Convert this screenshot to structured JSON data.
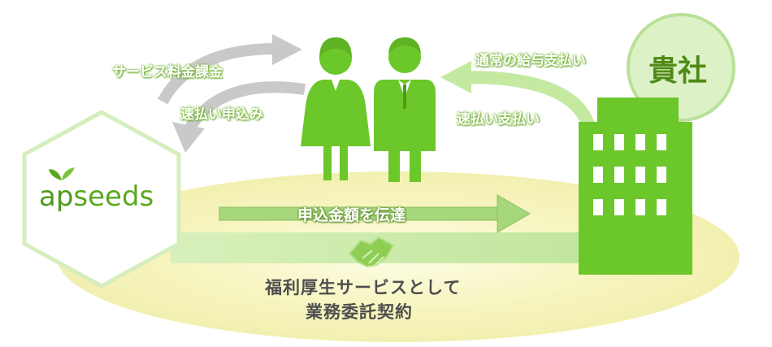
{
  "brand": {
    "logo_ap": "ap",
    "logo_seeds": "seeds"
  },
  "company": {
    "label": "貴社"
  },
  "arrows": {
    "service_fee": "サービス料金課金",
    "early_apply": "速払い申込み",
    "normal_salary": "通常の給与支払い",
    "early_payment": "速払い支払い",
    "amount_transmit": "申込金額を伝達"
  },
  "contract": {
    "line1": "福利厚生サービスとして",
    "line2": "業務委託契約"
  },
  "colors": {
    "primary_green": "#6cc72b",
    "light_green": "#b6e58a",
    "pale_green": "#dff3c6",
    "ellipse_yellow": "#f8f6c4",
    "gray_arrow": "#c8c8c8",
    "hexagon_fill": "#ffffff",
    "hexagon_border": "#d6eebd"
  },
  "icons": [
    "female-person-icon",
    "male-person-icon",
    "office-building-icon",
    "handshake-icon",
    "seedling-icon"
  ]
}
